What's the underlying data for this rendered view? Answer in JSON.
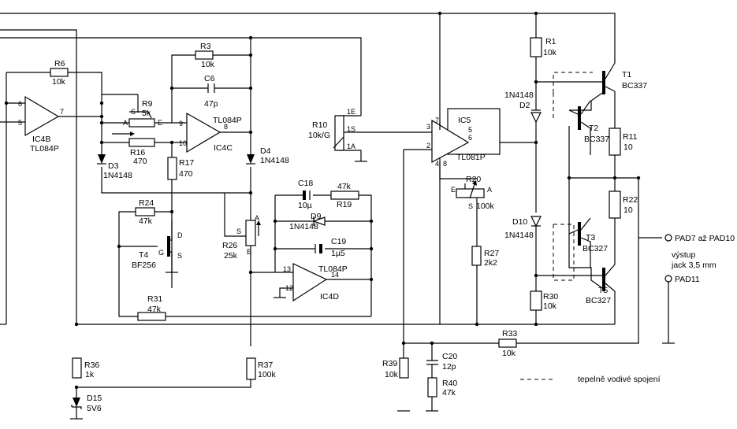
{
  "components": {
    "R1": {
      "ref": "R1",
      "value": "10k"
    },
    "R3": {
      "ref": "R3",
      "value": "10k"
    },
    "R6": {
      "ref": "R6",
      "value": "10k"
    },
    "R9": {
      "ref": "R9",
      "value": "5k"
    },
    "R10": {
      "ref": "R10",
      "value": "10k/G"
    },
    "R11": {
      "ref": "R11",
      "value": "10"
    },
    "R16": {
      "ref": "R16",
      "value": "470"
    },
    "R17": {
      "ref": "R17",
      "value": "470"
    },
    "R19": {
      "ref": "R19",
      "value": "47k"
    },
    "R20": {
      "ref": "R20",
      "value": "100k"
    },
    "R22": {
      "ref": "R22",
      "value": "10"
    },
    "R24": {
      "ref": "R24",
      "value": "47k"
    },
    "R26": {
      "ref": "R26",
      "value": "25k"
    },
    "R27": {
      "ref": "R27",
      "value": "2k2"
    },
    "R30": {
      "ref": "R30",
      "value": "10k"
    },
    "R31": {
      "ref": "R31",
      "value": "47k"
    },
    "R33": {
      "ref": "R33",
      "value": "10k"
    },
    "R36": {
      "ref": "R36",
      "value": "1k"
    },
    "R37": {
      "ref": "R37",
      "value": "100k"
    },
    "R39": {
      "ref": "R39",
      "value": "10k"
    },
    "R40": {
      "ref": "R40",
      "value": "47k"
    },
    "C6": {
      "ref": "C6",
      "value": "47p"
    },
    "C18": {
      "ref": "C18",
      "value": "10µ"
    },
    "C19": {
      "ref": "C19",
      "value": "1µ5"
    },
    "C20": {
      "ref": "C20",
      "value": "12p"
    },
    "D2": {
      "ref": "D2",
      "value": "1N4148"
    },
    "D3": {
      "ref": "D3",
      "value": "1N4148"
    },
    "D4": {
      "ref": "D4",
      "value": "1N4148"
    },
    "D9": {
      "ref": "D9",
      "value": "1N4148"
    },
    "D10": {
      "ref": "D10",
      "value": "1N4148"
    },
    "D15": {
      "ref": "D15",
      "value": "5V6"
    },
    "T1": {
      "ref": "T1",
      "value": "BC337"
    },
    "T2": {
      "ref": "T2",
      "value": "BC337"
    },
    "T3": {
      "ref": "T3",
      "value": "BC327"
    },
    "T4": {
      "ref": "T4",
      "value": "BF256"
    },
    "T5": {
      "ref": "T5",
      "value": "BC327"
    },
    "IC4B": {
      "ref": "IC4B",
      "value": "TL084P"
    },
    "IC4C": {
      "ref": "IC4C",
      "value": "TL084P"
    },
    "IC4D": {
      "ref": "IC4D",
      "value": "TL084P"
    },
    "IC5": {
      "ref": "IC5",
      "value": "TL081P"
    }
  },
  "pins": {
    "ic4b": {
      "n6": "6",
      "n5": "5",
      "n7": "7"
    },
    "ic4c": {
      "n9": "9",
      "n10": "10",
      "n8": "8"
    },
    "ic4d": {
      "n13": "13",
      "n12": "12",
      "n14": "14"
    },
    "ic5": {
      "n3": "3",
      "n2": "2",
      "n6": "6",
      "n5": "5",
      "n7": "7",
      "n4": "4",
      "n8": "8"
    },
    "r9": {
      "A": "A",
      "S": "S",
      "E": "E"
    },
    "r10": {
      "e1": "1E",
      "s1": "1S",
      "a1": "1A"
    },
    "r20": {
      "E": "E",
      "A": "A",
      "S": "S"
    },
    "r26": {
      "S": "S",
      "A": "A",
      "E": "E"
    },
    "t4": {
      "D": "D",
      "G": "G",
      "S": "S"
    }
  },
  "output": {
    "pad7": "PAD7 až PAD10",
    "caption1": "výstup",
    "caption2": "jack 3,5 mm",
    "pad11": "PAD11"
  },
  "legend": "tepelně vodivé spojení"
}
